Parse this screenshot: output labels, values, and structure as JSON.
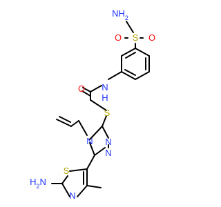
{
  "colors": {
    "bond": "#000000",
    "nitrogen": "#1f33ff",
    "oxygen": "#ff0d0d",
    "sulfur": "#b3a300"
  },
  "labels": {
    "sulfonamide_nh2": "NH",
    "sulfonamide_nh2_sub": "2",
    "sulfonyl_o_left": "O",
    "sulfonyl_s": "S",
    "sulfonyl_o_right": "O",
    "amide_o": "O",
    "amide_nh": "N",
    "amide_h": "H",
    "thioether_s": "S",
    "triazole_n4": "N",
    "triazole_n2": "N",
    "triazole_n1": "N",
    "thiazole_s": "S",
    "amino_h2n": "H",
    "amino_h2n_sub": "2",
    "amino_n": "N",
    "thiazole_n": "N"
  }
}
